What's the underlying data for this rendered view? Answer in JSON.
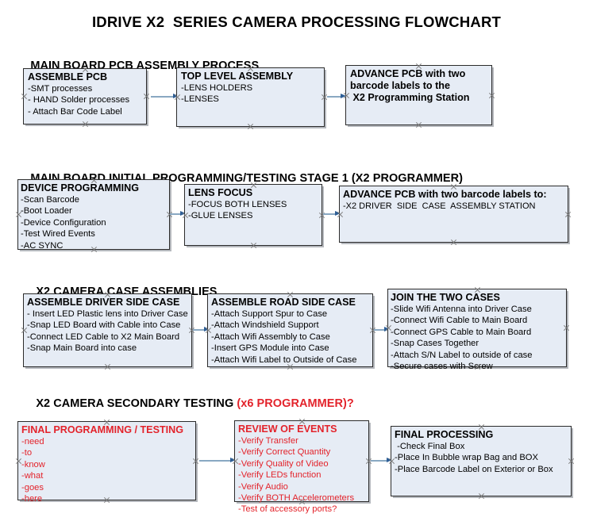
{
  "title": "IDRIVE X2  SERIES CAMERA PROCESSING FLOWCHART",
  "colors": {
    "box_fill": "#e6ecf5",
    "box_border": "#2b2b2b",
    "arrow_shaft": "#89a8c2",
    "arrow_head": "#2f5f96",
    "accent_red": "#e3232b",
    "text": "#000000"
  },
  "sections": [
    {
      "heading": "MAIN BOARD PCB ASSEMBLY PROCESS",
      "heading_accent": "",
      "nodes": [
        {
          "title": "ASSEMBLE PCB",
          "lines": [
            "-SMT processes",
            "- HAND Solder processes",
            "- Attach Bar Code Label"
          ]
        },
        {
          "title": "TOP LEVEL ASSEMBLY",
          "lines": [
            "-LENS HOLDERS",
            "-LENSES"
          ]
        },
        {
          "title": "ADVANCE PCB with two",
          "lines": [
            "barcode labels to the",
            " X2 Programming Station"
          ]
        }
      ]
    },
    {
      "heading": "MAIN BOARD INITIAL PROGRAMMING/TESTING STAGE 1 (X2 PROGRAMMER)",
      "heading_accent": "",
      "nodes": [
        {
          "title": "DEVICE PROGRAMMING",
          "lines": [
            "-Scan Barcode",
            "-Boot Loader",
            "-Device Configuration",
            "-Test Wired Events",
            "-AC SYNC"
          ]
        },
        {
          "title": "LENS FOCUS",
          "lines": [
            "-FOCUS BOTH LENSES",
            "-GLUE LENSES"
          ]
        },
        {
          "title": "ADVANCE PCB with two barcode labels to:",
          "lines": [
            "-X2 DRIVER  SIDE  CASE  ASSEMBLY STATION"
          ]
        }
      ]
    },
    {
      "heading": "X2 CAMERA CASE ASSEMBLIES",
      "heading_accent": "",
      "nodes": [
        {
          "title": "ASSEMBLE DRIVER SIDE CASE",
          "lines": [
            "- Insert LED Plastic lens into Driver Case",
            "-Snap LED Board with Cable into Case",
            "-Connect LED Cable to X2 Main Board",
            "-Snap Main Board into case"
          ]
        },
        {
          "title": "ASSEMBLE ROAD SIDE CASE",
          "lines": [
            "-Attach Support Spur to Case",
            "-Attach Windshield Support",
            "-Attach Wifi Assembly to Case",
            "-Insert GPS Module into Case",
            "-Attach Wifi Label to Outside of Case"
          ]
        },
        {
          "title": "JOIN THE TWO CASES",
          "lines": [
            "-Slide Wifi Antenna into Driver Case",
            "-Connect Wifi Cable to Main Board",
            "-Connect GPS Cable to Main Board",
            "-Snap Cases Together",
            "-Attach S/N Label to outside of case",
            "-Secure cases with Screw"
          ]
        }
      ]
    },
    {
      "heading": "X2 CAMERA SECONDARY TESTING ",
      "heading_accent": "(x6 PROGRAMMER)?",
      "nodes": [
        {
          "title": "FINAL PROGRAMMING / TESTING",
          "lines": [
            "-need",
            "-to",
            "-know",
            "-what",
            "-goes",
            "-here"
          ]
        },
        {
          "title": "REVIEW OF EVENTS",
          "lines": [
            "-Verify Transfer",
            "-Verify Correct Quantity",
            "-Verify Quality of Video",
            "-Verify LEDs function",
            "-Verify Audio",
            "-Verify BOTH Accelerometers",
            "-Test of accessory ports?"
          ]
        },
        {
          "title": "FINAL PROCESSING",
          "lines": [
            " -Check Final Box",
            "-Place In Bubble wrap Bag and BOX",
            "-Place Barcode Label on Exterior or Box"
          ]
        }
      ]
    }
  ]
}
